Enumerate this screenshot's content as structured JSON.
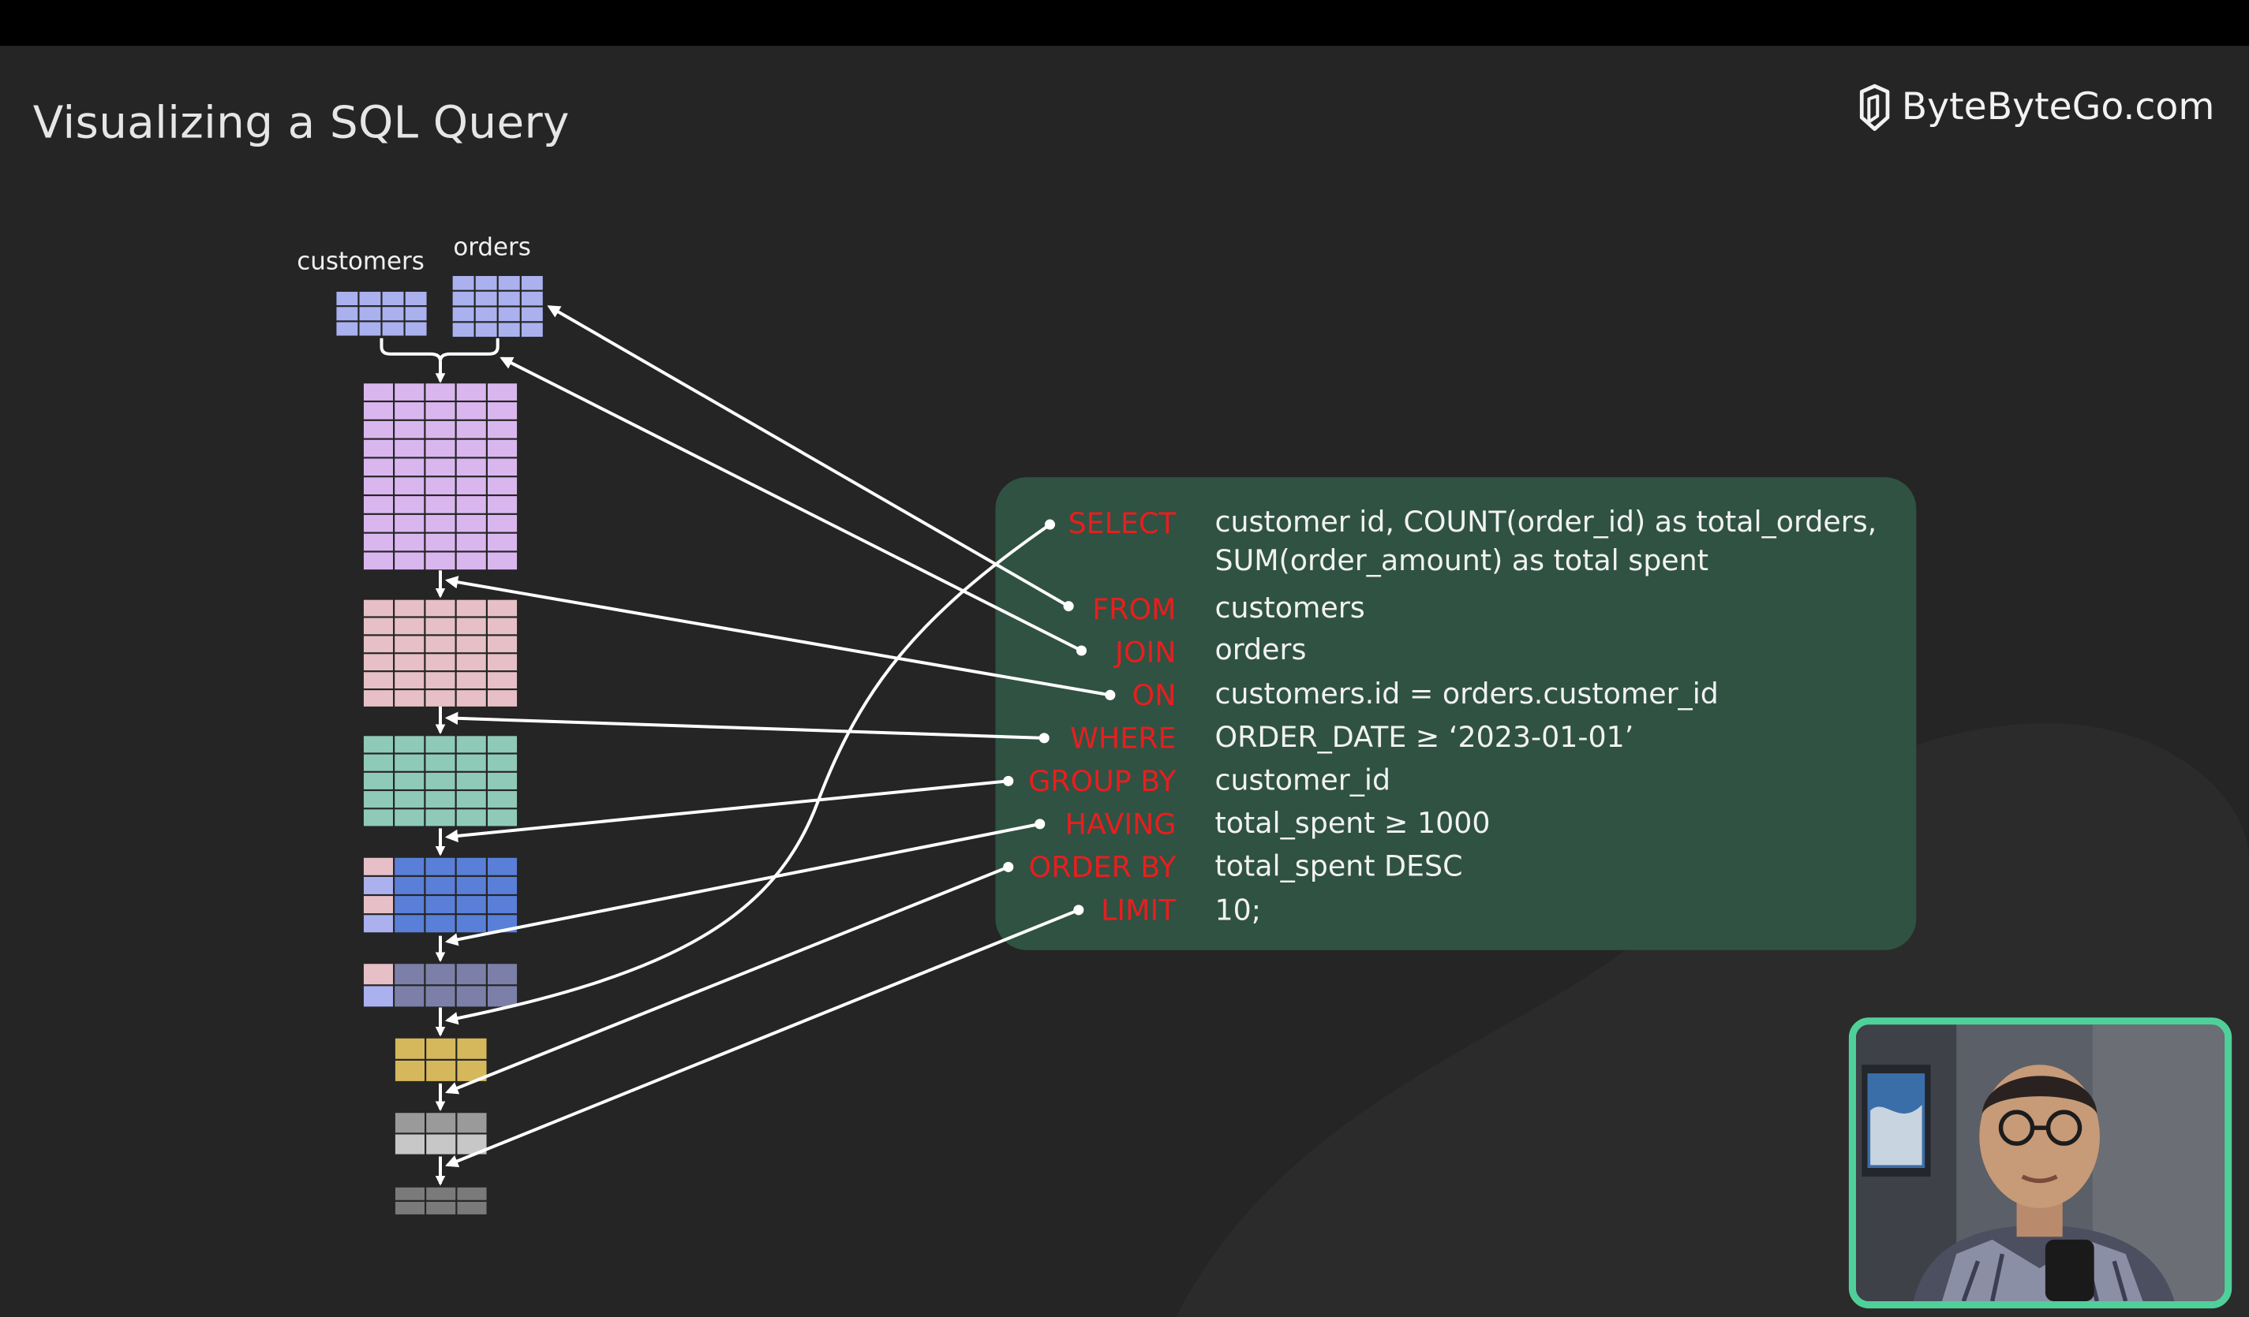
{
  "title": "Visualizing a SQL Query",
  "brand": {
    "text": "ByteByteGo.com",
    "icon": "bytebytego-logo-icon"
  },
  "tables": {
    "left_label": "customers",
    "right_label": "orders"
  },
  "colors": {
    "keyword": "#e81e1e",
    "sql_box": "#2f5243",
    "webcam_border": "#4fd09a",
    "customers": "#aab1ee",
    "orders": "#aab1ee",
    "joined": "#d9b7ee",
    "on_result": "#e6c0c6",
    "where_result": "#8fcab8",
    "group_result": "#5a7fd9",
    "having_result": "#7c80a8",
    "select_result": "#d6b85c",
    "order_result": "#9a9a9a",
    "limit_result": "#7a7a7a"
  },
  "sql": {
    "select_kw": "SELECT",
    "select_line1": "customer id, COUNT(order_id) as total_orders,",
    "select_line2": "SUM(order_amount) as total spent",
    "from_kw": "FROM",
    "from_val": "customers",
    "join_kw": "JOIN",
    "join_val": "orders",
    "on_kw": "ON",
    "on_val": "customers.id = orders.customer_id",
    "where_kw": "WHERE",
    "where_val": "ORDER_DATE ≥ ‘2023-01-01’",
    "groupby_kw": "GROUP BY",
    "groupby_val": "customer_id",
    "having_kw": "HAVING",
    "having_val": "total_spent ≥ 1000",
    "orderby_kw": "ORDER BY",
    "orderby_val": "total_spent DESC",
    "limit_kw": "LIMIT",
    "limit_val": "10;"
  },
  "webcam": {
    "icon": "presenter-video-feed"
  }
}
